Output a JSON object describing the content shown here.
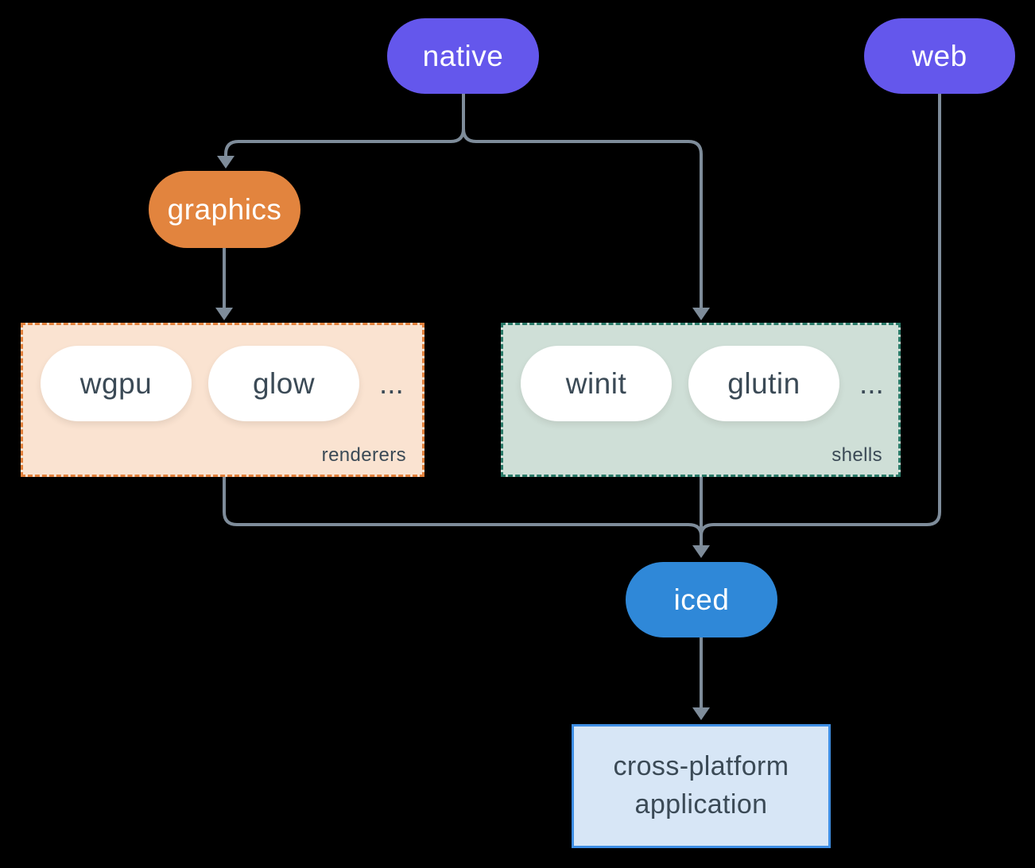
{
  "diagram": {
    "nodes": {
      "native": "native",
      "web": "web",
      "graphics": "graphics",
      "iced": "iced",
      "application": "cross-platform application"
    },
    "groups": {
      "renderers": {
        "label": "renderers",
        "items": [
          "wgpu",
          "glow"
        ],
        "more": "..."
      },
      "shells": {
        "label": "shells",
        "items": [
          "winit",
          "glutin"
        ],
        "more": "..."
      }
    },
    "colors": {
      "background": "#000000",
      "purple": "#6457ec",
      "orange": "#e2843e",
      "blue": "#2f88d8",
      "line": "#7e8c9a",
      "text_dark": "#3b4a56",
      "pill_white": "#ffffff",
      "renderers_fill": "#fae3d1",
      "renderers_border": "#e2813c",
      "shells_fill": "#cfdfd7",
      "shells_border": "#2a7a68",
      "app_fill": "#d7e6f6",
      "app_border": "#3e8ee4"
    }
  }
}
